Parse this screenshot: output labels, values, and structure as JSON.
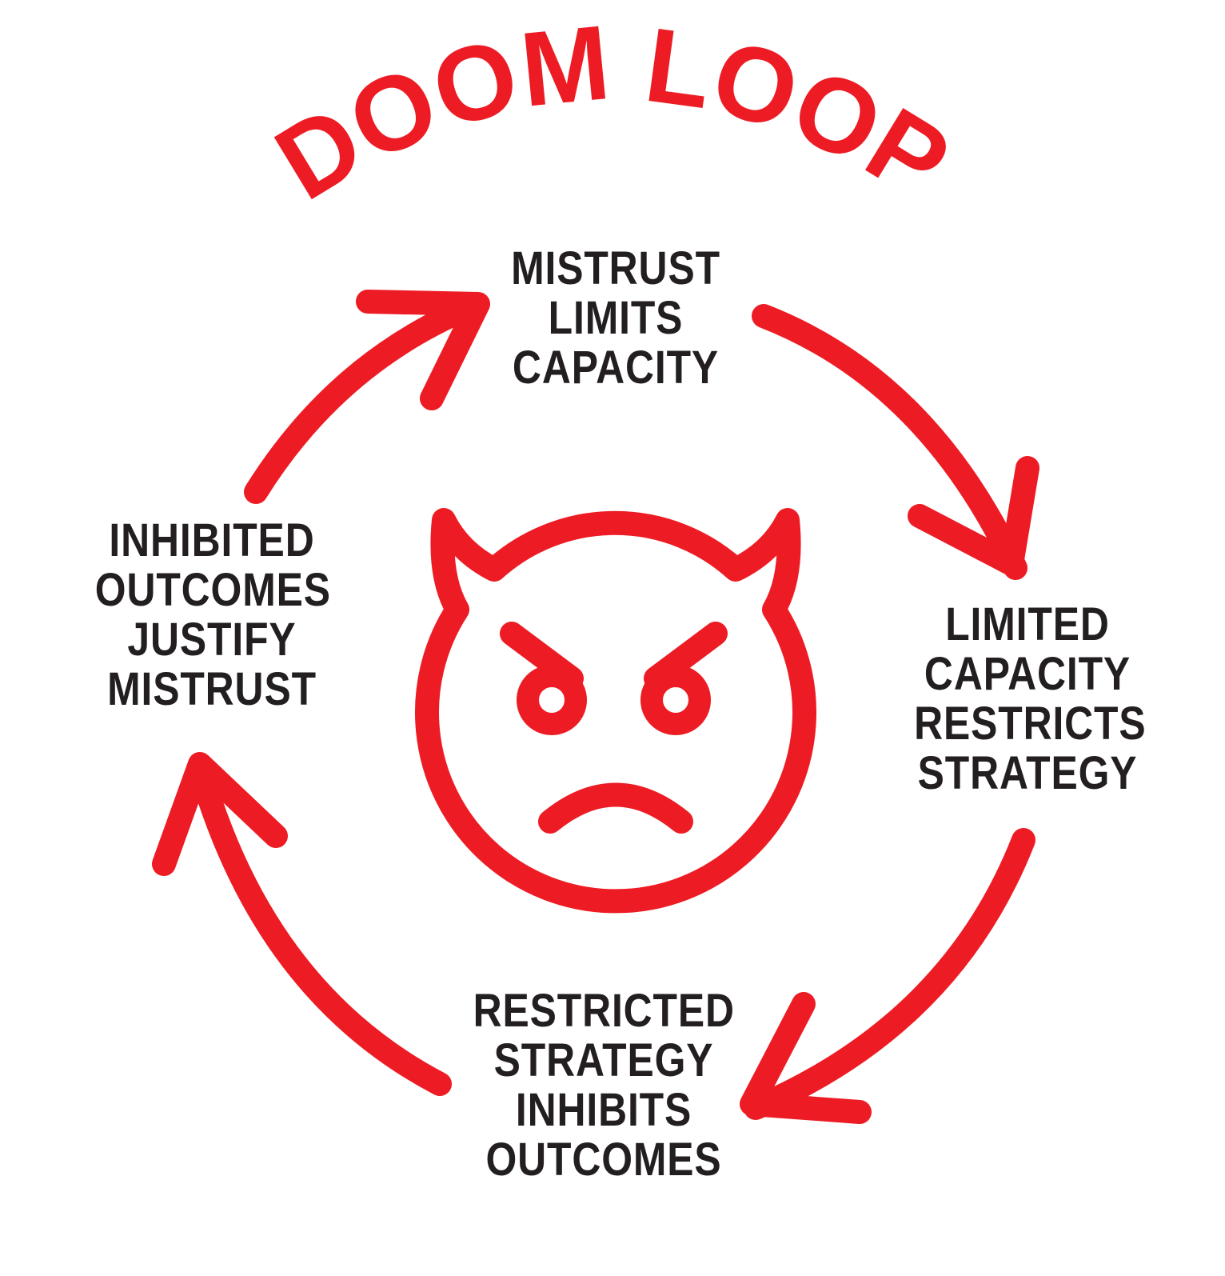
{
  "title": "DOOM LOOP",
  "accent_color": "#ed1c24",
  "text_color": "#231f20",
  "center_icon": "angry-devil-face-icon",
  "steps": [
    {
      "lines": [
        "MISTRUST",
        "LIMITS",
        "CAPACITY"
      ]
    },
    {
      "lines": [
        "LIMITED",
        "CAPACITY",
        "RESTRICTS",
        "STRATEGY"
      ]
    },
    {
      "lines": [
        "RESTRICTED",
        "STRATEGY",
        "INHIBITS",
        "OUTCOMES"
      ]
    },
    {
      "lines": [
        "INHIBITED",
        "OUTCOMES",
        "JUSTIFY",
        "MISTRUST"
      ]
    }
  ]
}
